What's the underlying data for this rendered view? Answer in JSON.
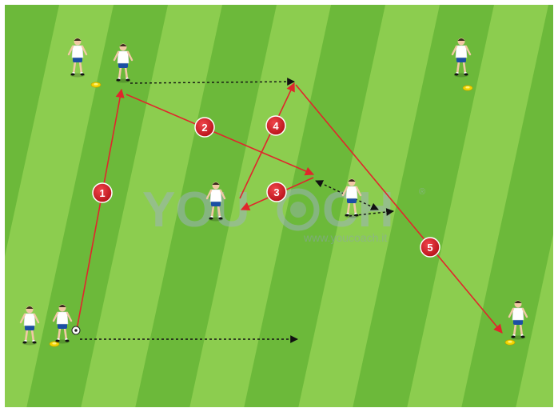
{
  "watermark": {
    "brand_you": "YOU",
    "brand_ch": "CH",
    "registered": "®",
    "url": "www.youcoach.it"
  },
  "steps": [
    {
      "label": "1"
    },
    {
      "label": "2"
    },
    {
      "label": "3"
    },
    {
      "label": "4"
    },
    {
      "label": "5"
    }
  ],
  "colors": {
    "pitch_light": "#8ccd4f",
    "pitch_dark": "#6cb93a",
    "pass_arrow": "#e0262c",
    "step_badge": "#d81f26",
    "run_arrow": "#111111",
    "cone": "#f2d400",
    "kit_shirt": "#ffffff",
    "kit_shorts": "#1b4fa3"
  },
  "icons": {
    "player": "player-figure-icon",
    "cone": "cone-icon",
    "ball": "football-icon"
  }
}
